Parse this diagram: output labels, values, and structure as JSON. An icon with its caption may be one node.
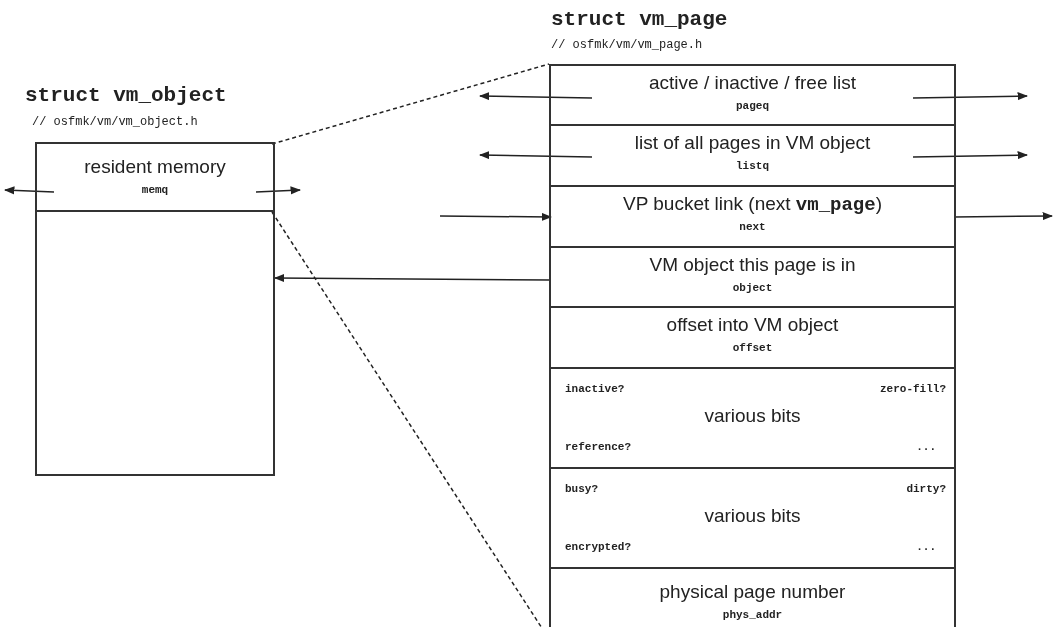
{
  "diagram": {
    "nodes": [
      {
        "text": [
          "struct vm_object",
          "// osfmk/vm/vm_object.h"
        ]
      },
      {
        "text": [
          "resident memory",
          "memq"
        ],
        "in": 0
      },
      {
        "text": [
          "struct vm_page",
          "// osfmk/vm/vm_page.h"
        ]
      },
      {
        "text": [
          "active / inactive / free list",
          "pageq"
        ],
        "in": 2
      },
      {
        "text": [
          "list of all pages in VM object",
          "listq"
        ],
        "in": 2
      },
      {
        "text": [
          "VP bucket link (next **vm_page**)",
          "next"
        ],
        "in": 2
      },
      {
        "text": [
          "VM object this page is in",
          "object"
        ],
        "in": 2
      },
      {
        "text": [
          "offset into VM object",
          "offset"
        ],
        "in": 2
      },
      {
        "text": [
          "inactive?",
          "zero-fill?",
          "various bits",
          "reference?",
          "..."
        ],
        "in": 2
      },
      {
        "text": [
          "busy?",
          "dirty?",
          "various bits",
          "encrypted?",
          "..."
        ],
        "in": 2
      },
      {
        "text": [
          "physical page number",
          "phys_addr"
        ],
        "in": 2
      }
    ],
    "edges": [
      {
        "from": 1,
        "to": null,
        "arrow": "to"
      },
      {
        "from": 1,
        "to": null,
        "arrow": "to"
      },
      {
        "from": 1,
        "to": 2,
        "arrow": "none",
        "style": "dashed"
      },
      {
        "from": 1,
        "to": 2,
        "arrow": "none",
        "style": "dashed"
      },
      {
        "from": 3,
        "to": null,
        "arrow": "to"
      },
      {
        "from": 3,
        "to": null,
        "arrow": "to"
      },
      {
        "from": 4,
        "to": null,
        "arrow": "to"
      },
      {
        "from": 4,
        "to": null,
        "arrow": "to"
      },
      {
        "from": null,
        "to": 5,
        "arrow": "to"
      },
      {
        "from": 5,
        "to": null,
        "arrow": "to"
      },
      {
        "from": 6,
        "to": 0,
        "arrow": "to"
      }
    ]
  }
}
